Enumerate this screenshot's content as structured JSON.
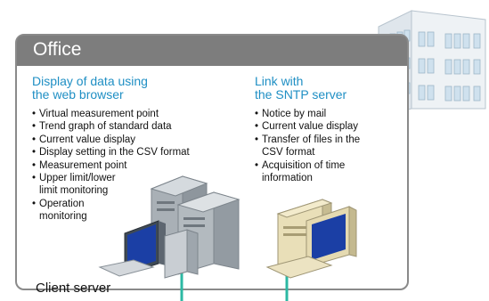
{
  "office": {
    "title": "Office"
  },
  "web_browser": {
    "heading_line1": "Display of data using",
    "heading_line2": "the web browser",
    "items": [
      "Virtual measurement point",
      "Trend graph of standard data",
      "Current value display",
      "Display setting in the CSV format",
      "Measurement point",
      "Upper limit/lower",
      "limit monitoring",
      "Operation",
      "monitoring"
    ]
  },
  "sntp": {
    "heading_line1": "Link with",
    "heading_line2": "the SNTP server",
    "items": [
      "Notice by mail",
      "Current value display",
      "Transfer of files in the",
      "CSV format",
      "Acquisition of time",
      "information"
    ]
  },
  "client_server": {
    "label": "Client server"
  },
  "colors": {
    "header_gray": "#7d7d7d",
    "heading_blue": "#1f8fc4",
    "network_teal": "#2cb8a3",
    "building_blue": "#c8dde9"
  }
}
